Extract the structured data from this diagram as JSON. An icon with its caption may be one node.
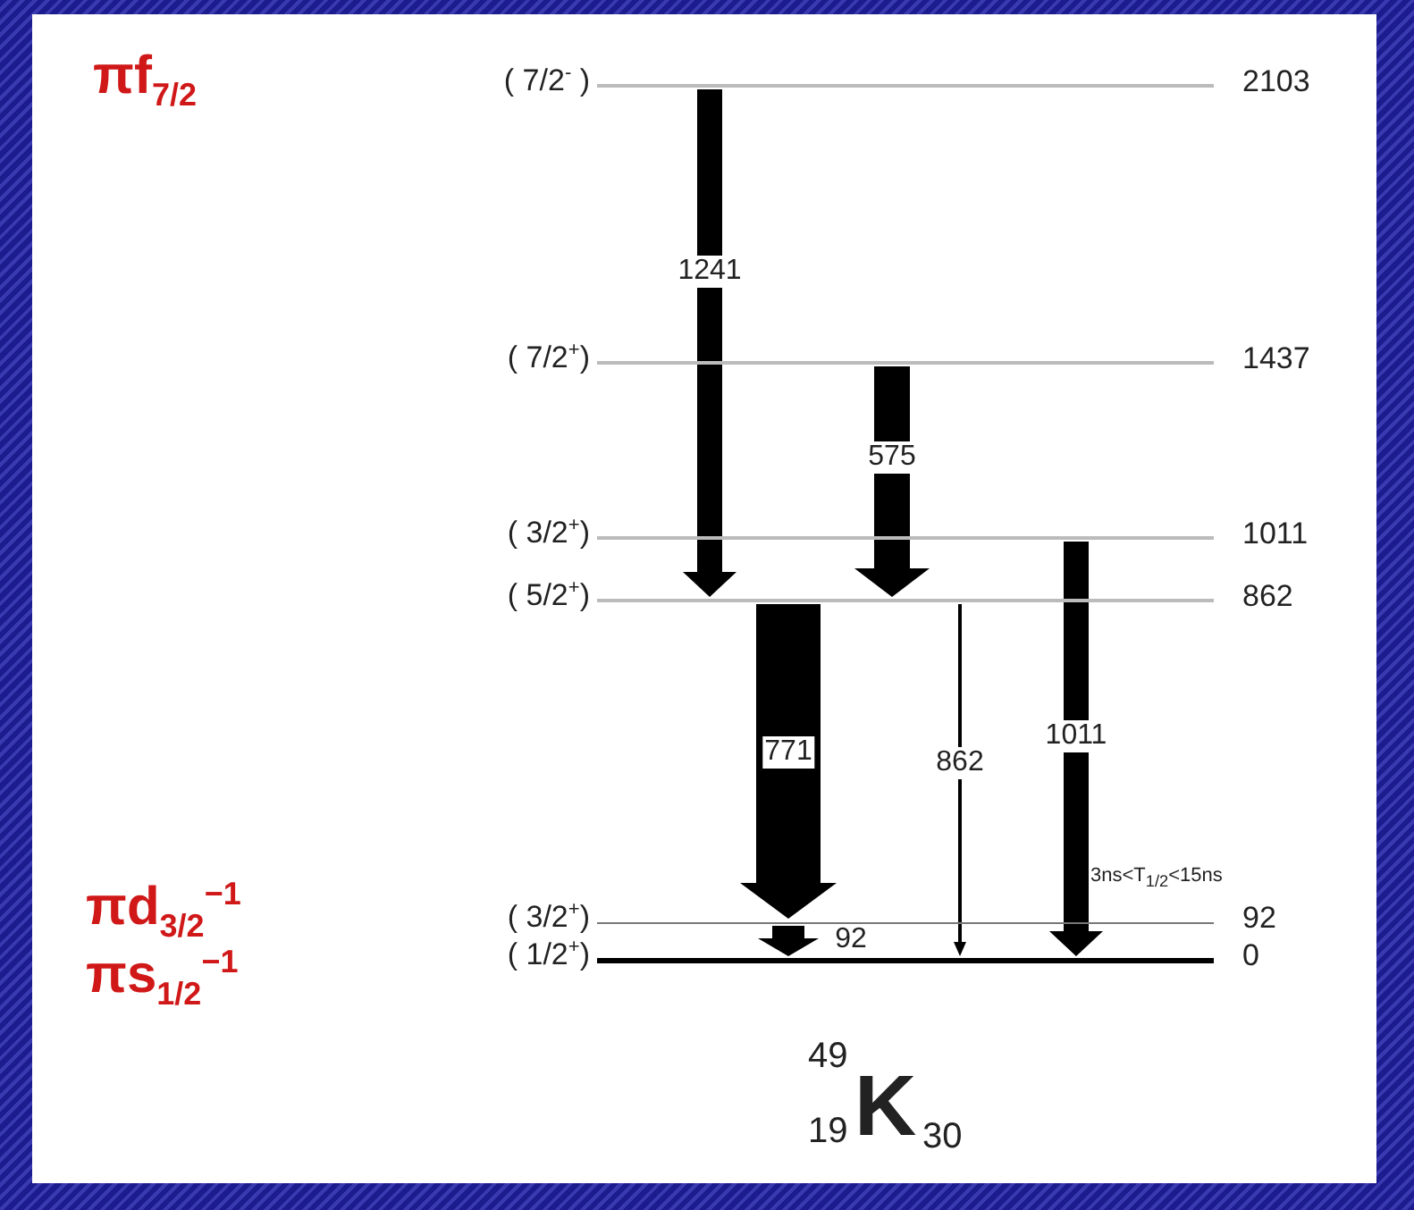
{
  "diagram": {
    "nodes": [
      {
        "text": [
          "( 7/2$^{-}$ )",
          "2103"
        ]
      },
      {
        "text": [
          "( 7/2$^{+}$)",
          "1437"
        ]
      },
      {
        "text": [
          "( 3/2$^{+}$)",
          "1011"
        ]
      },
      {
        "text": [
          "( 5/2$^{+}$)",
          "862"
        ]
      },
      {
        "text": [
          "( 3/2$^{+}$)",
          "92"
        ]
      },
      {
        "text": [
          "( 1/2$^{+}$)",
          "0"
        ]
      }
    ],
    "edges": [
      {
        "from": 0,
        "to": 3,
        "arrow": "to",
        "label": "1241"
      },
      {
        "from": 1,
        "to": 3,
        "arrow": "to",
        "label": "575"
      },
      {
        "from": 3,
        "to": 4,
        "arrow": "to",
        "label": "771",
        "style": "thick"
      },
      {
        "from": 3,
        "to": 5,
        "arrow": "to",
        "label": "862"
      },
      {
        "from": 2,
        "to": 5,
        "arrow": "to",
        "label": "1011"
      },
      {
        "from": 4,
        "to": 5,
        "arrow": "to",
        "label": "92"
      }
    ],
    "labels": [
      "πf$_{7/2}$",
      "πd$_{3/2}$$^{−1}$",
      "πs$_{1/2}$$^{−1}$",
      "3ns<T$_{1/2}$<15ns",
      "49",
      "19",
      "K",
      "30"
    ]
  }
}
